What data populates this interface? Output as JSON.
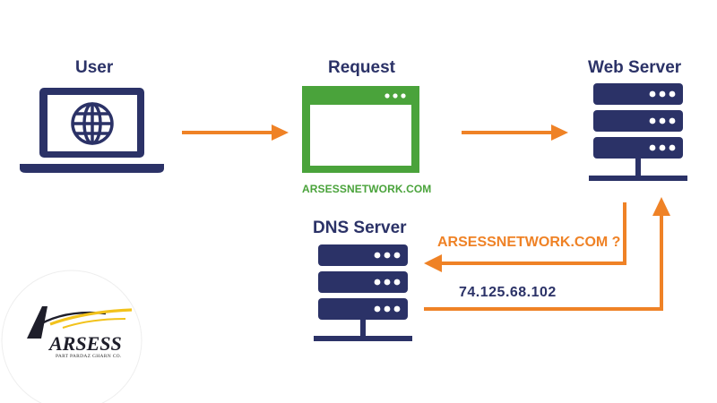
{
  "labels": {
    "user": "User",
    "request": "Request",
    "web_server": "Web Server",
    "dns_server": "DNS Server"
  },
  "request_domain": "ARSESSNETWORK.COM",
  "dns_query": "ARSESSNETWORK.COM ?",
  "ip_address": "74.125.68.102",
  "logo": {
    "name": "ARSESS",
    "tagline": "PART PARDAZ GHARN CO."
  },
  "colors": {
    "navy": "#2b3267",
    "green": "#4aa33b",
    "orange": "#ef8226",
    "logo_yellow": "#f2c21b"
  },
  "icons": [
    "laptop-globe-icon",
    "browser-window-icon",
    "server-stack-icon",
    "arrow-right-icon",
    "arrow-left-icon",
    "arrow-up-icon"
  ]
}
